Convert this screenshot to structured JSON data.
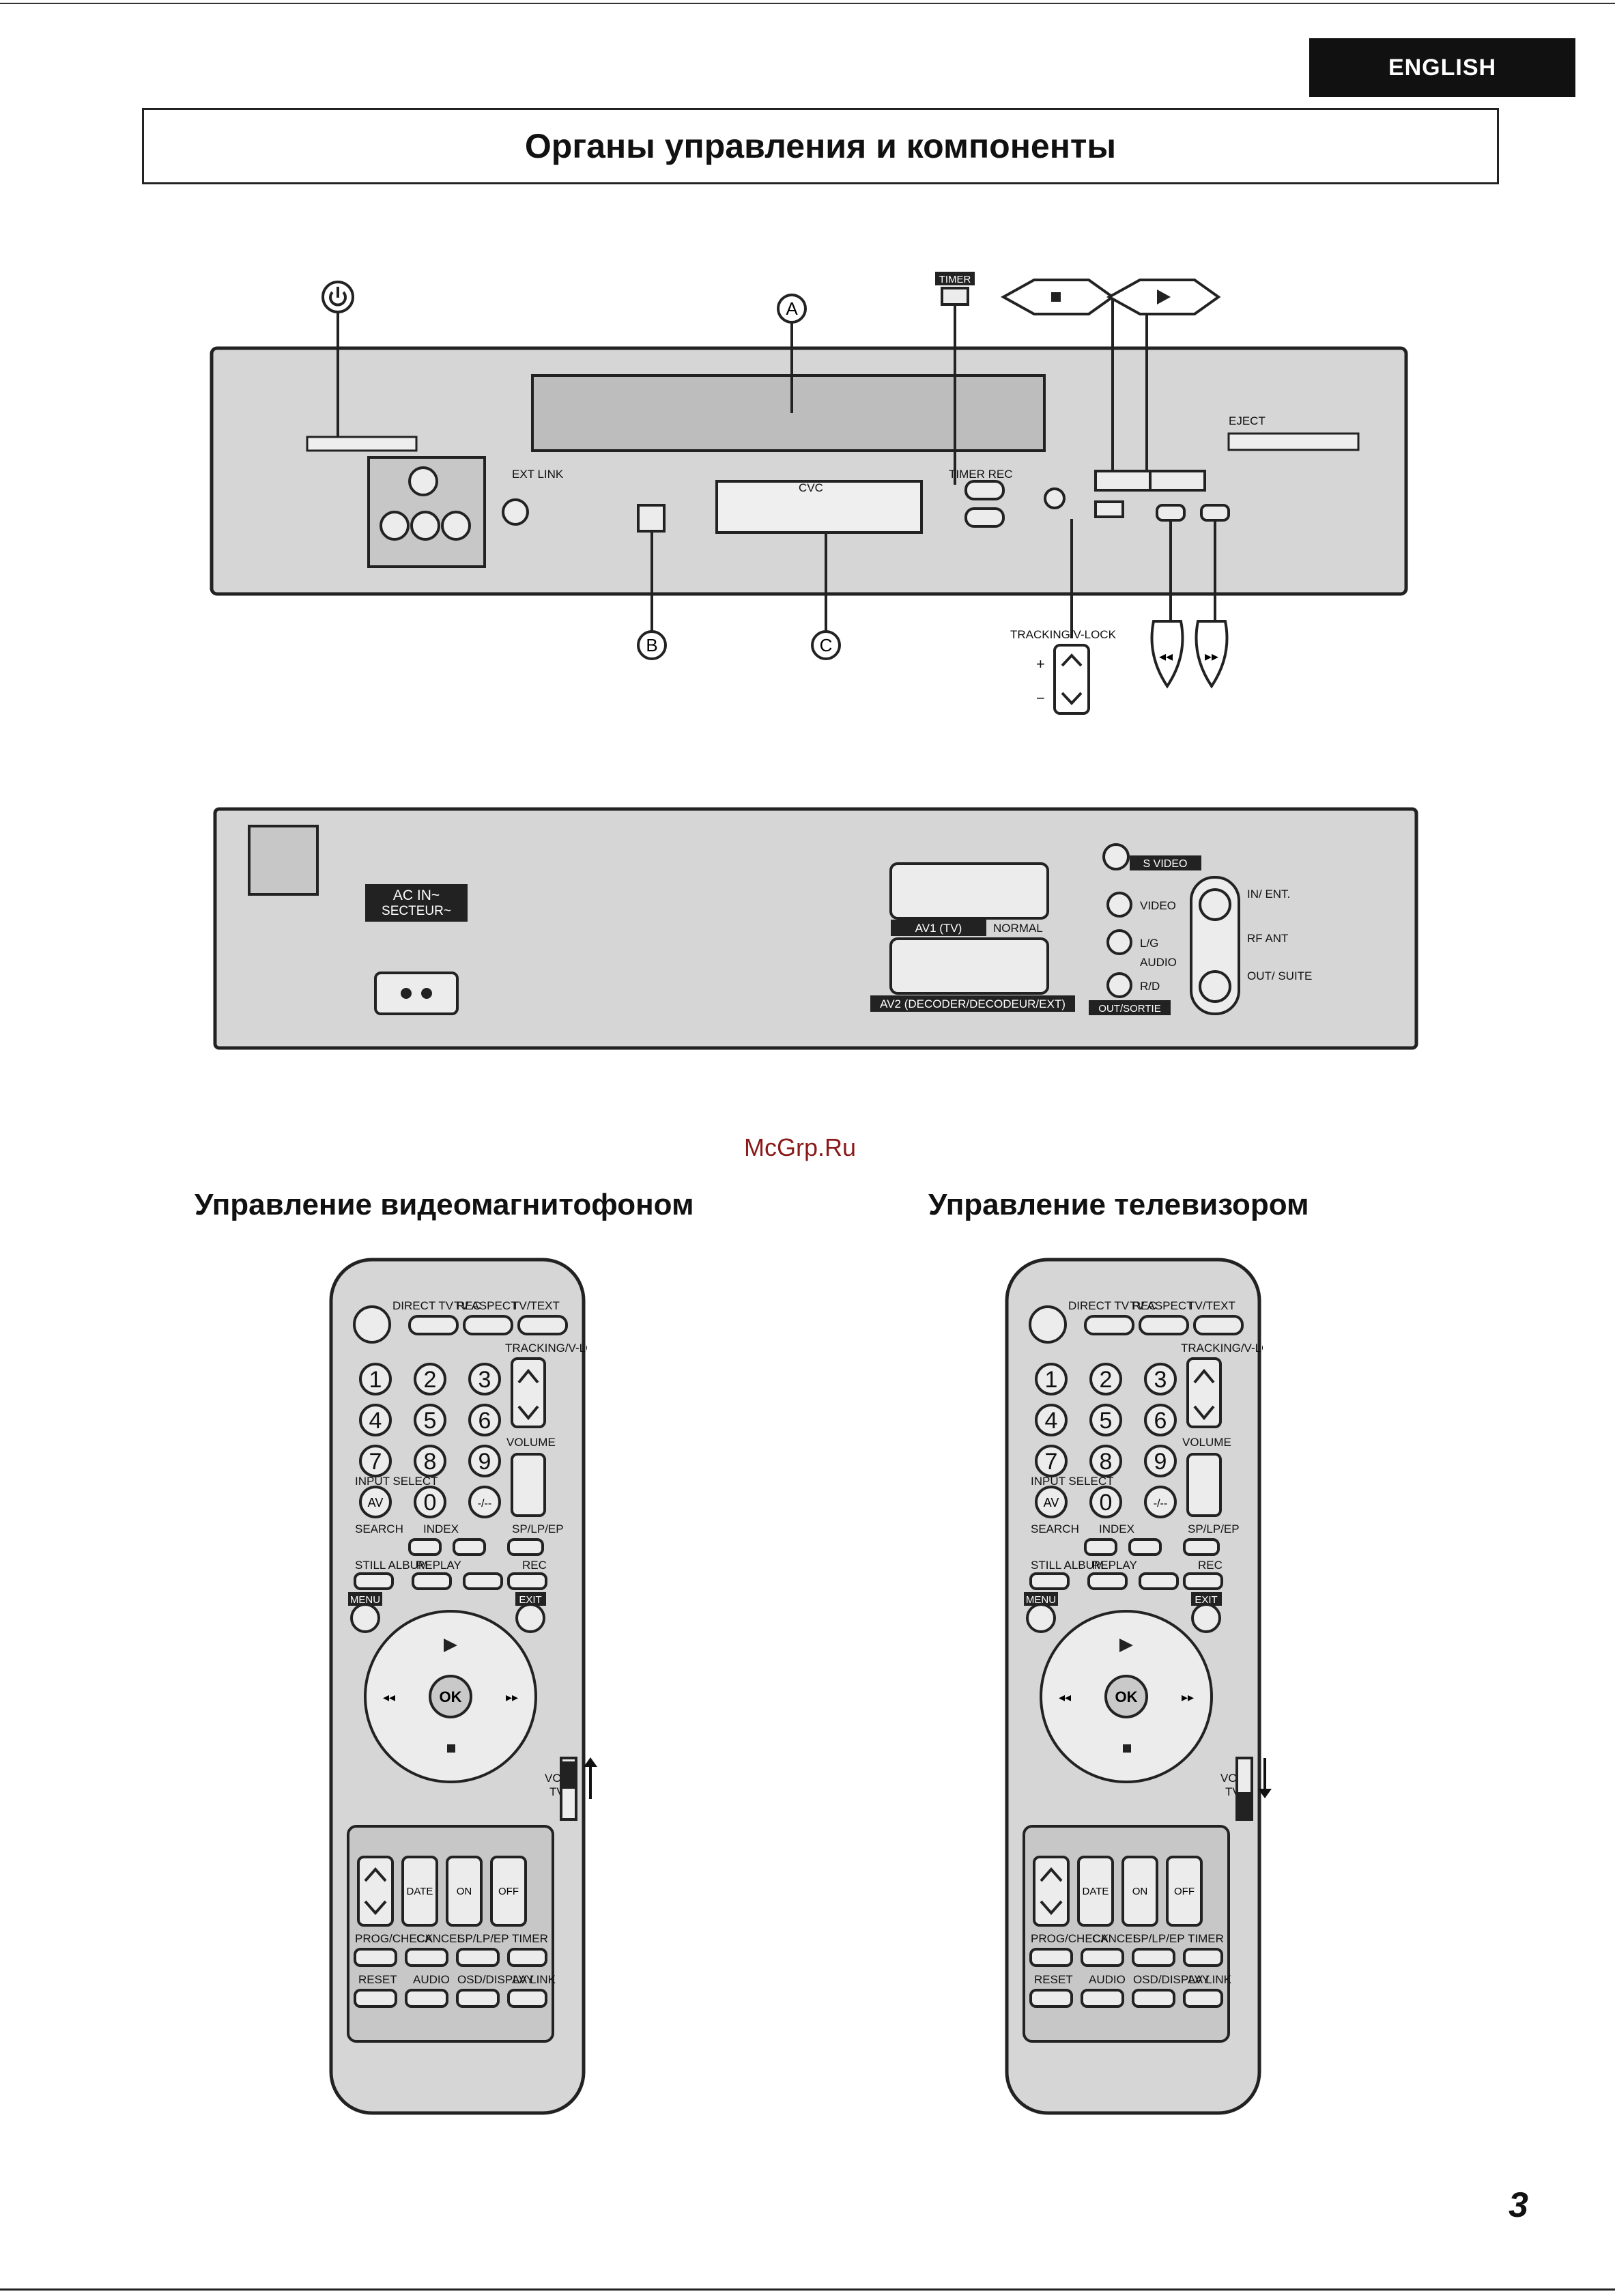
{
  "language_tab": "ENGLISH",
  "title": "Органы управления и компоненты",
  "front_panel": {
    "callouts": {
      "a": "A",
      "b": "B",
      "c": "C"
    },
    "labels": {
      "timer": "TIMER",
      "tracking": "TRACKING/V-LOCK",
      "ext_link": "EXT LINK",
      "cvc": "CVC",
      "timer_rec": "TIMER REC",
      "eject": "EJECT"
    },
    "symbols": {
      "plus": "+",
      "minus": "−"
    }
  },
  "rear_panel": {
    "ac_in": "AC IN~",
    "secteur": "SECTEUR~",
    "svideo": "S VIDEO",
    "av1": "AV1 (TV)",
    "av2": "AV2 (DECODER/DECODEUR/EXT)",
    "normal": "NORMAL",
    "video": "VIDEO",
    "lg": "L/G",
    "audio": "AUDIO",
    "rd": "R/D",
    "out_sortie": "OUT/SORTIE",
    "in_ent": "IN/ ENT.",
    "rf_ant": "RF ANT",
    "out_suite": "OUT/ SUITE"
  },
  "watermark": "McGrp.Ru",
  "headings": {
    "vcr": "Управление видеомагнитофоном",
    "tv": "Управление телевизором"
  },
  "remote": {
    "top_labels": [
      "DIRECT TV REC",
      "TV ASPECT",
      "TV/TEXT"
    ],
    "tracking": "TRACKING/V-LOCK",
    "digits": [
      "1",
      "2",
      "3",
      "4",
      "5",
      "6",
      "7",
      "8",
      "9",
      "AV",
      "0",
      "-/--"
    ],
    "volume": "VOLUME",
    "input_select": "INPUT SELECT",
    "search": "SEARCH",
    "index": "INDEX",
    "sp": "SP/LP/EP",
    "still_album": "STILL ALBUM",
    "replay": "REPLAY",
    "rec": "REC",
    "menu": "MENU",
    "exit": "EXIT",
    "ok": "OK",
    "switch_vcr": "VCR",
    "switch_tv": "TV",
    "timer_keys": [
      "DATE",
      "ON",
      "OFF"
    ],
    "timer_labels": [
      "PROG/CHECK",
      "CANCEL",
      "SP/LP/EP",
      "TIMER"
    ],
    "bottom_labels": [
      "RESET",
      "AUDIO",
      "OSD/DISPLAY",
      "AV LINK"
    ]
  },
  "page_number": "3"
}
